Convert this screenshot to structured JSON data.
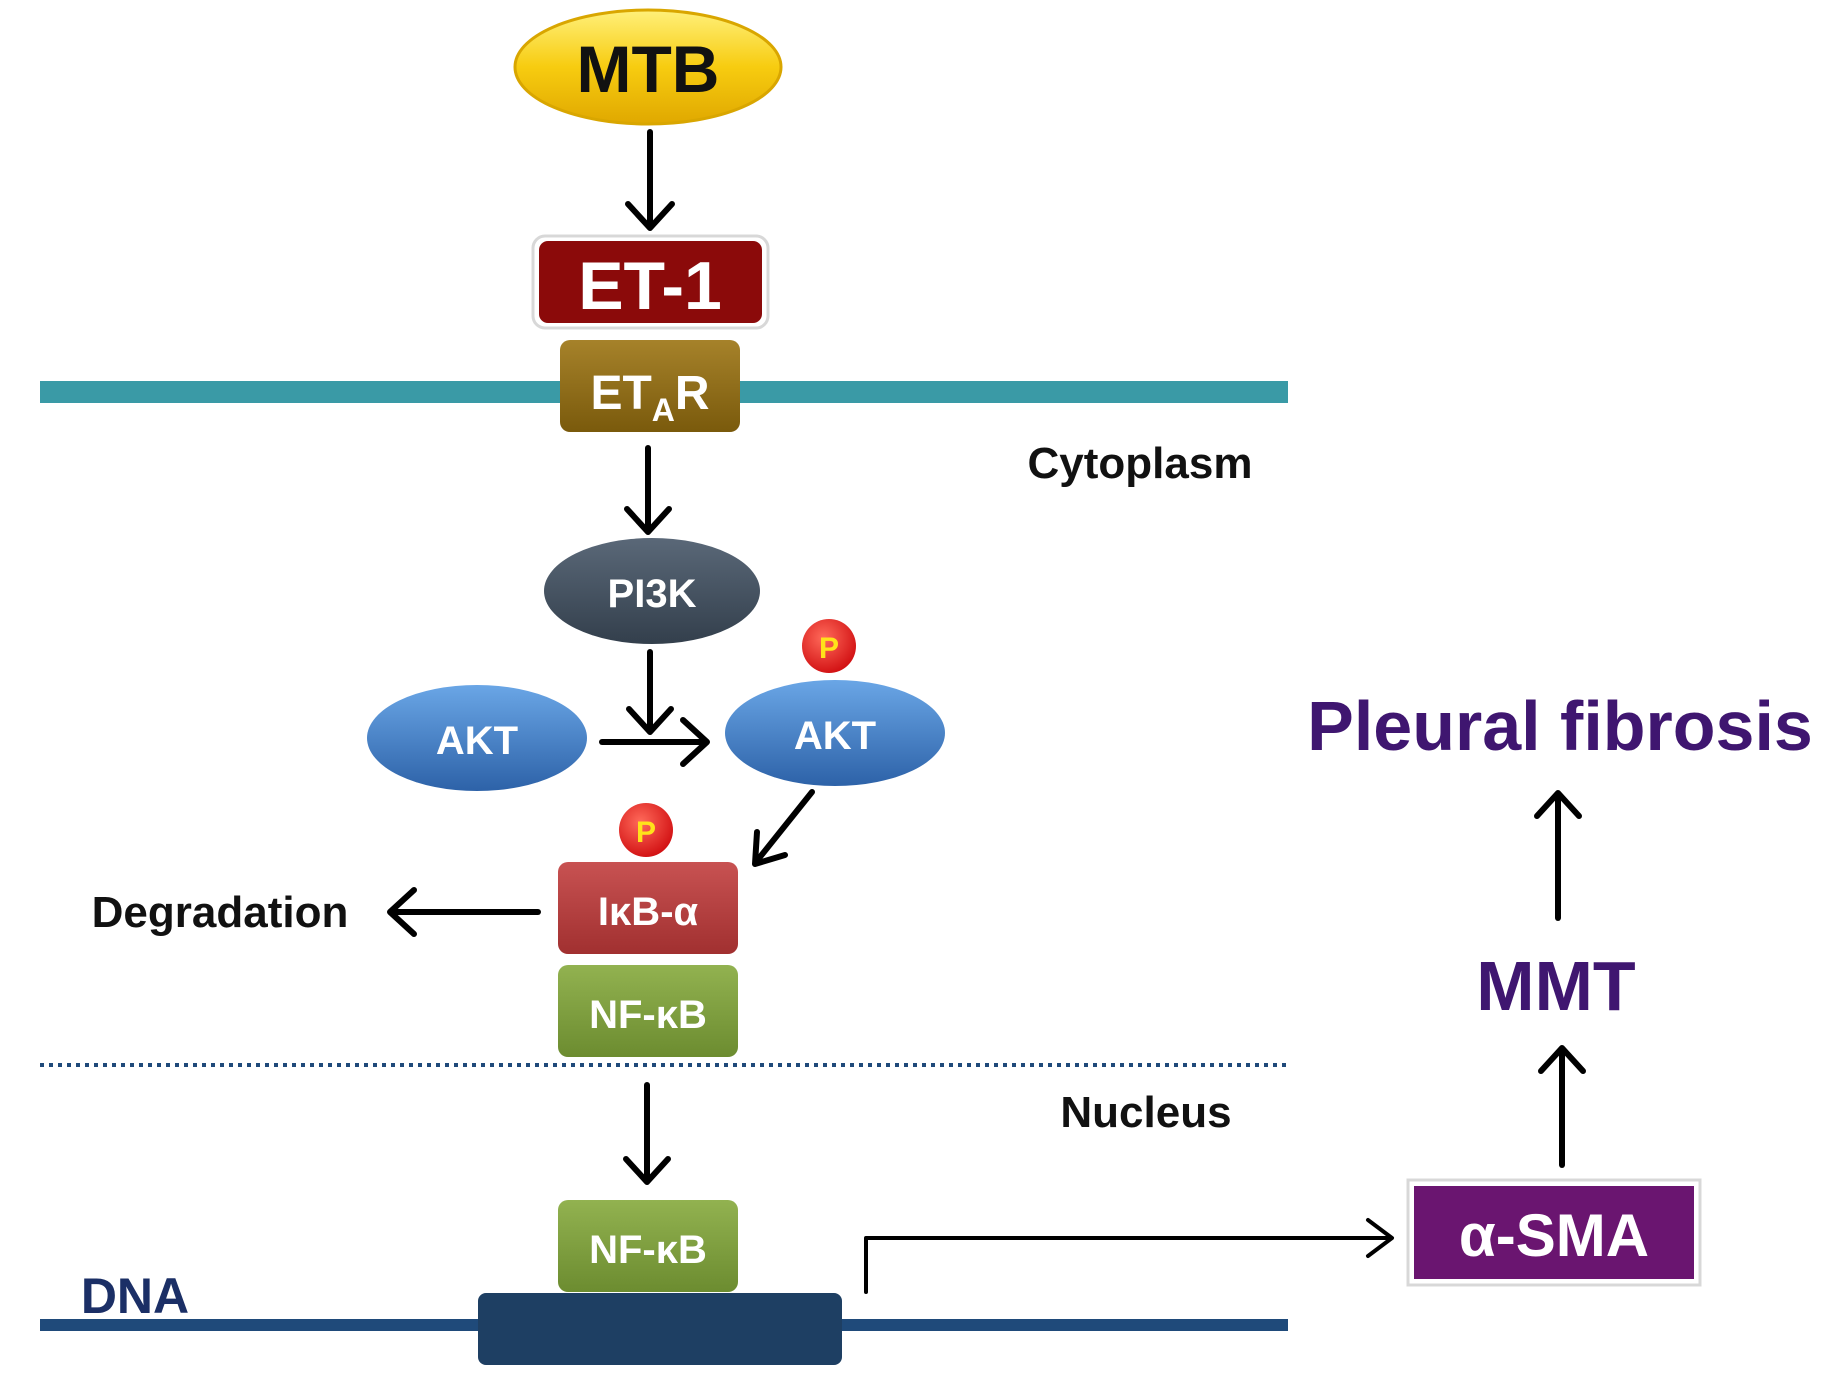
{
  "nodes": {
    "mtb": "MTB",
    "et1": "ET-1",
    "etar_main": "ET",
    "etar_sub": "A",
    "etar_end": "R",
    "pi3k": "PI3K",
    "akt": "AKT",
    "akt_p": "AKT",
    "ikb": "IκB-α",
    "nfkb_cyto": "NF-κB",
    "nfkb_nuc": "NF-κB",
    "asma": "α-SMA",
    "mmt": "MMT",
    "pleural_fibrosis": "Pleural fibrosis",
    "phospho_1": "P",
    "phospho_2": "P"
  },
  "labels": {
    "cytoplasm": "Cytoplasm",
    "nucleus": "Nucleus",
    "degradation": "Degradation",
    "dna": "DNA"
  },
  "colors": {
    "mtb": "#f7c90a",
    "et1": "#8b0a0a",
    "etar": "#8a6a12",
    "pi3k": "#3e4b5a",
    "akt": "#3a78c4",
    "ikb": "#b23b3b",
    "nfkb": "#7a9a3a",
    "asma": "#6a1570",
    "membrane": "#3a9aa6",
    "dna_strand": "#1f4a7a",
    "dna_block": "#1e3f63",
    "purple_text": "#3f1670",
    "dna_text": "#1b2f66",
    "phospho": "#e3161b",
    "phospho_text": "#ffe21a"
  }
}
